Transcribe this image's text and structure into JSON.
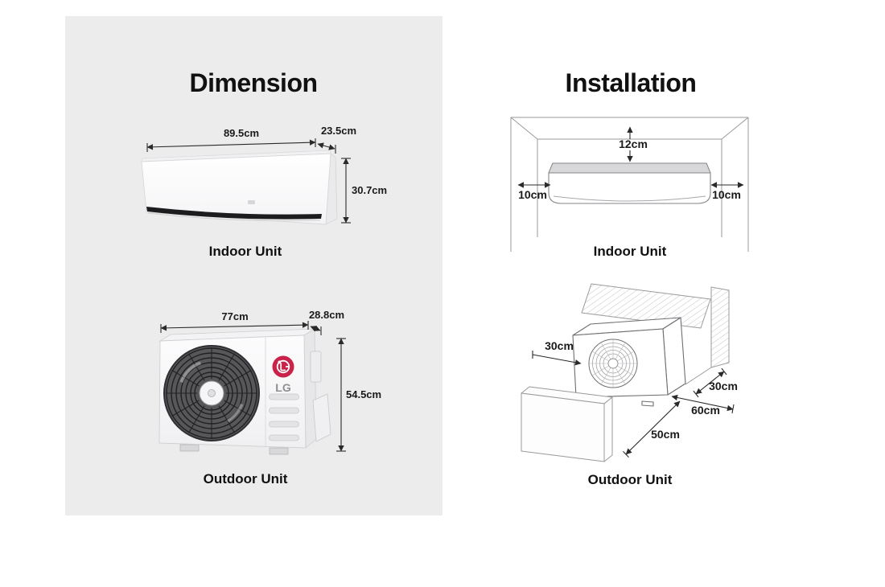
{
  "dimension": {
    "title": "Dimension",
    "indoor": {
      "label": "Indoor Unit",
      "width": "89.5cm",
      "depth": "23.5cm",
      "height": "30.7cm"
    },
    "outdoor": {
      "label": "Outdoor Unit",
      "width": "77cm",
      "depth": "28.8cm",
      "height": "54.5cm",
      "logo_text": "LG"
    }
  },
  "installation": {
    "title": "Installation",
    "indoor": {
      "label": "Indoor Unit",
      "top_clearance": "12cm",
      "left_clearance": "10cm",
      "right_clearance": "10cm"
    },
    "outdoor": {
      "label": "Outdoor Unit",
      "side_clearance": "30cm",
      "back_clearance": "30cm",
      "service_clearance": "60cm",
      "front_clearance": "50cm"
    }
  },
  "colors": {
    "panel_bg": "#ececec",
    "lg_red": "#c9234a",
    "logo_gray": "#8e8e92",
    "text": "#1a1a1a",
    "dimension_line": "#2a2a2a",
    "diagram_line": "#9a9a9e"
  }
}
